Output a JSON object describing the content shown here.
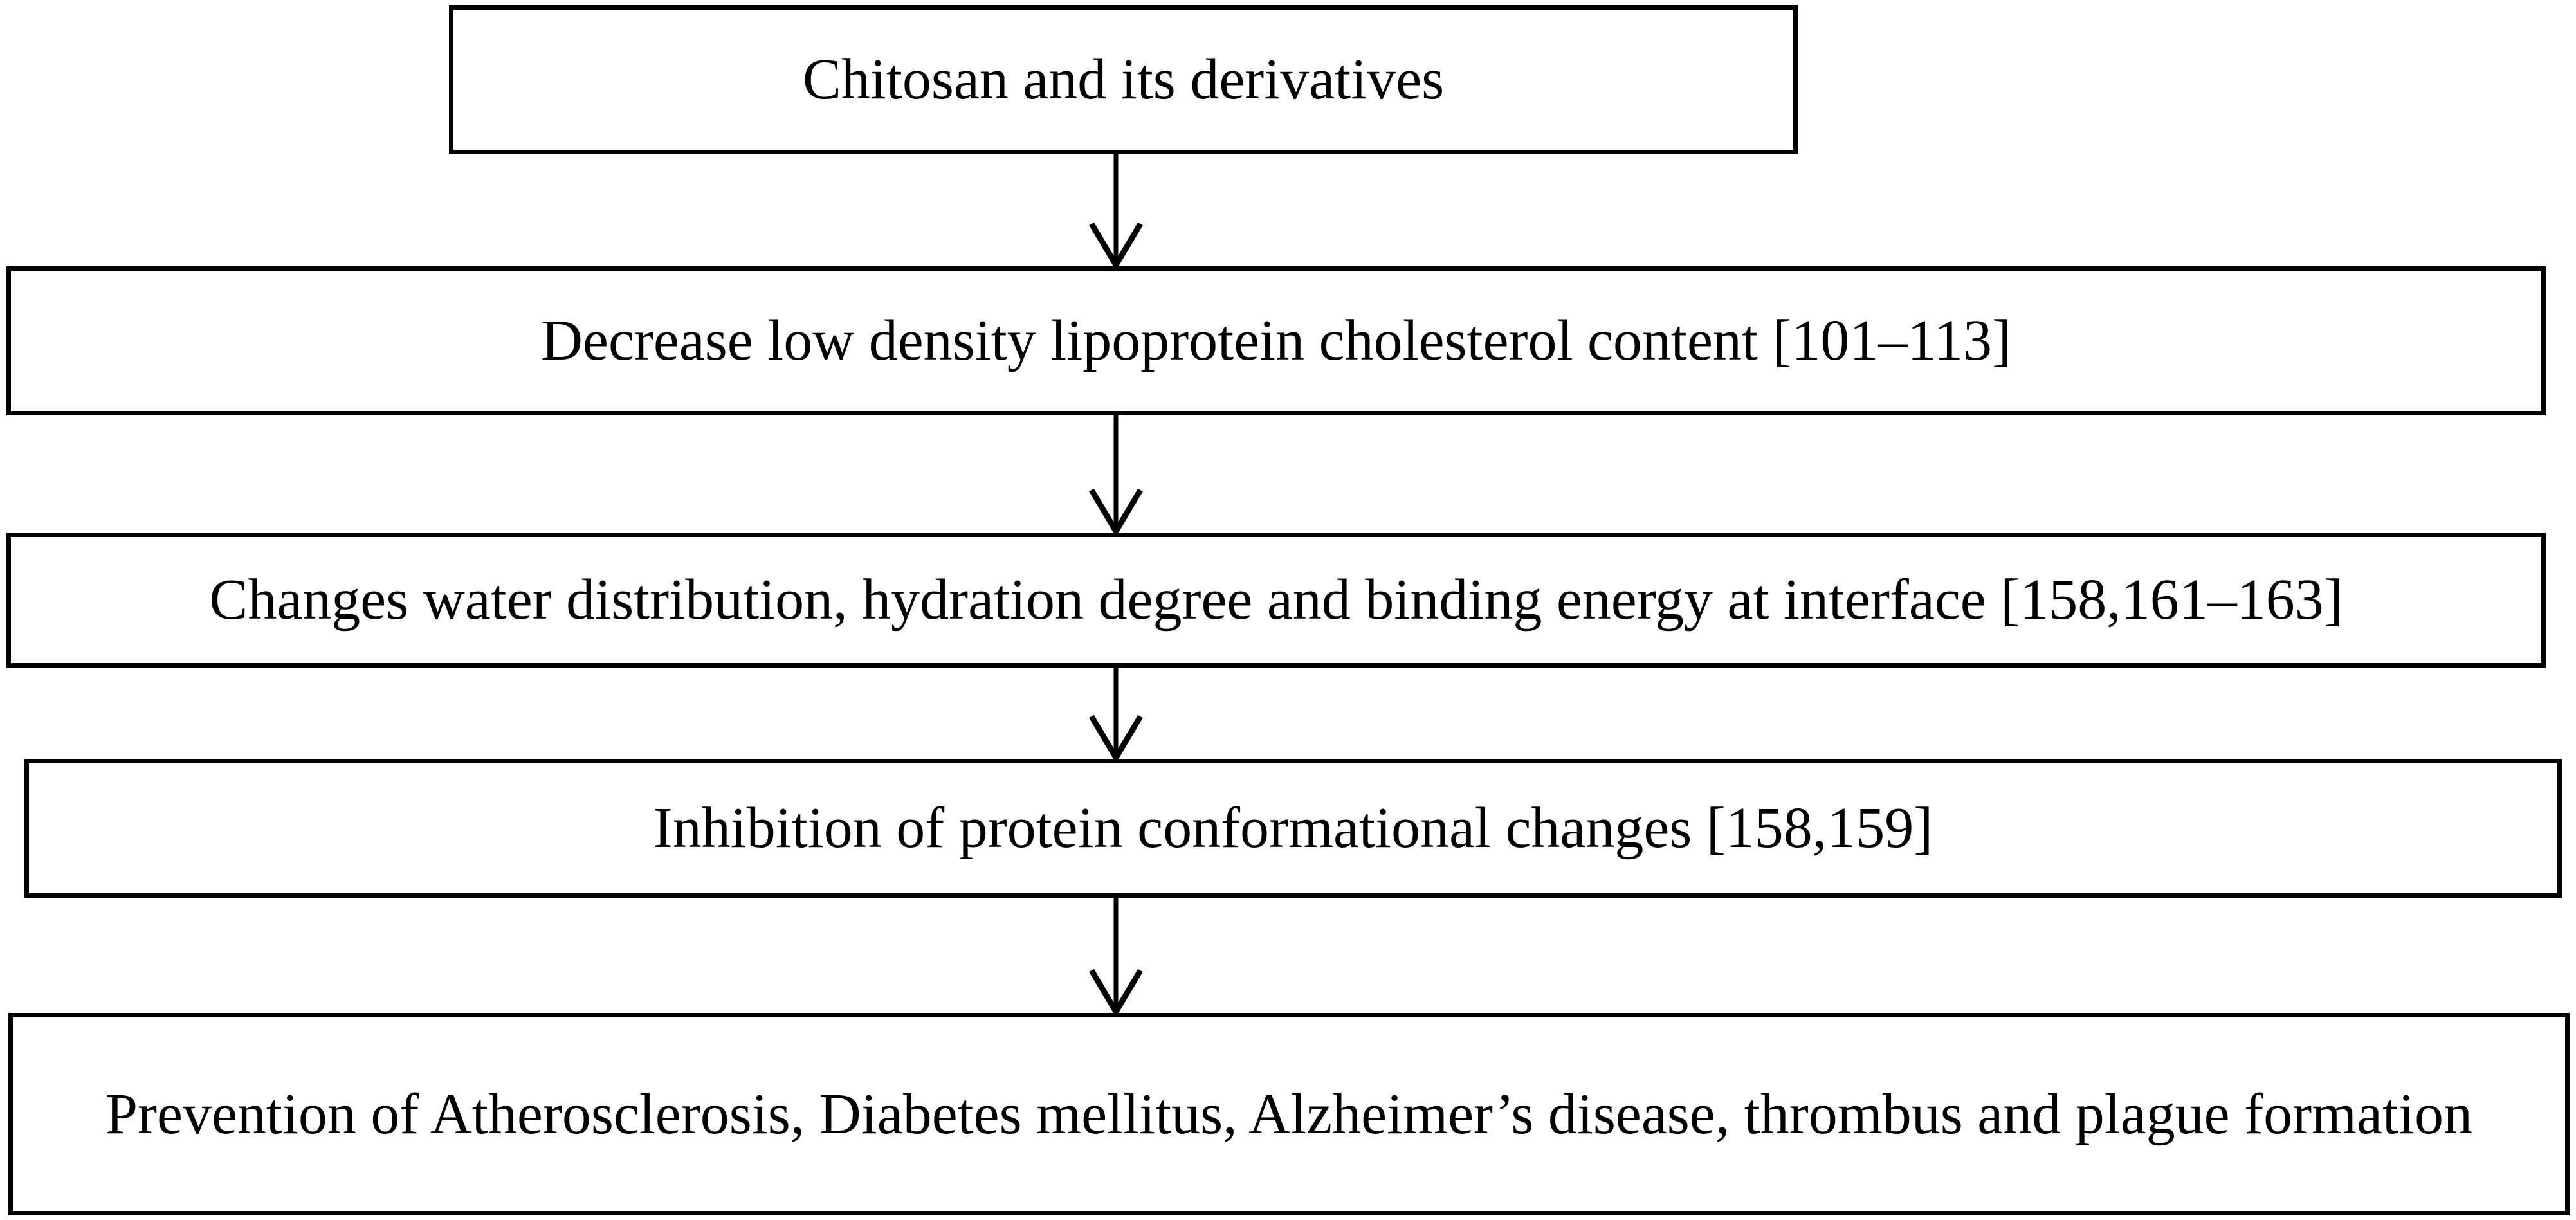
{
  "figure": {
    "background_color": "#ffffff",
    "border_color": "#000000",
    "text_color": "#000000"
  },
  "flowchart": {
    "type": "top-down flow diagram",
    "nodes": [
      {
        "id": "node-chitosan",
        "label": "Chitosan and its derivatives"
      },
      {
        "id": "node-ldl-decrease",
        "label": "Decrease low density lipoprotein cholesterol content [101–113]"
      },
      {
        "id": "node-water-distribution",
        "label": "Changes water distribution, hydration degree and binding energy at interface [158,161–163]"
      },
      {
        "id": "node-protein-conformation",
        "label": "Inhibition of protein conformational changes [158,159]"
      },
      {
        "id": "node-disease-prevention",
        "label": "Prevention of Atherosclerosis, Diabetes mellitus, Alzheimer’s disease, thrombus and plague formation"
      }
    ],
    "edges": [
      {
        "from": "node-chitosan",
        "to": "node-ldl-decrease"
      },
      {
        "from": "node-ldl-decrease",
        "to": "node-water-distribution"
      },
      {
        "from": "node-water-distribution",
        "to": "node-protein-conformation"
      },
      {
        "from": "node-protein-conformation",
        "to": "node-disease-prevention"
      }
    ]
  }
}
